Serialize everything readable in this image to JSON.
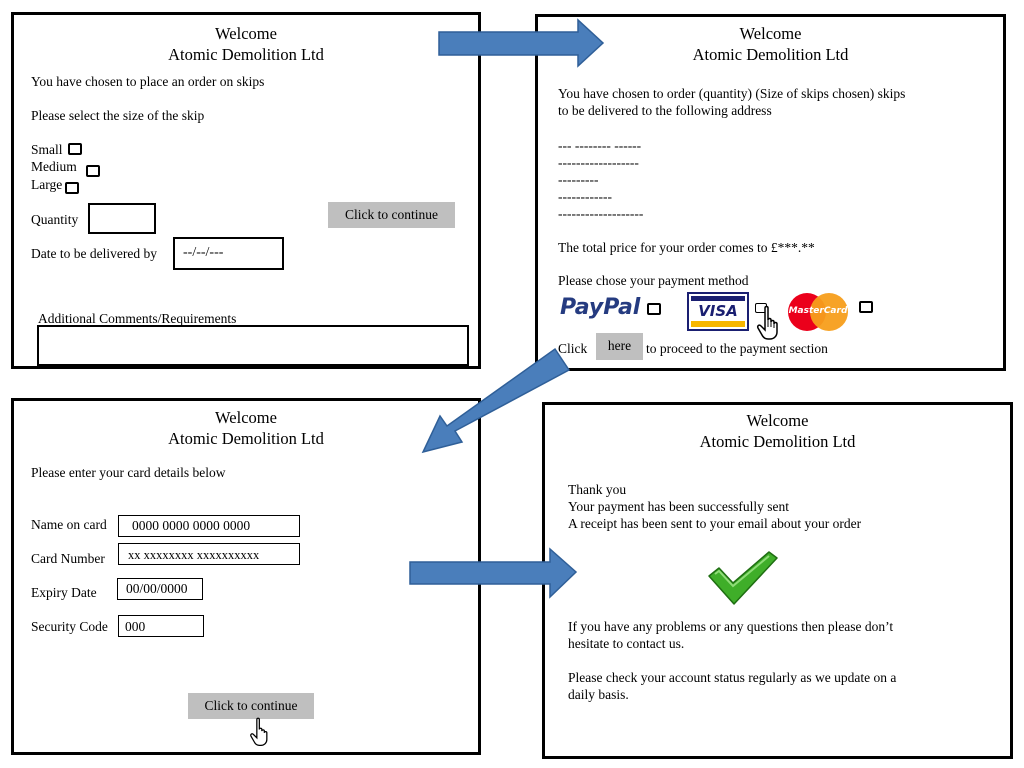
{
  "company": {
    "welcome": "Welcome",
    "name": "Atomic Demolition Ltd"
  },
  "panel1": {
    "intro": "You have chosen to place an order on skips",
    "select_size": "Please select the size of the skip",
    "sizes": [
      "Small",
      "Medium",
      "Large"
    ],
    "quantity_label": "Quantity",
    "continue_button": "Click to continue",
    "date_label": "Date to be delivered by",
    "date_value": "--/--/---",
    "comments_label": "Additional Comments/Requirements"
  },
  "panel2": {
    "order_line1": "You have chosen to order (quantity) (Size of skips chosen) skips",
    "order_line2": "to be delivered to the following address",
    "address_lines": [
      "--- -------- ------",
      "------------------",
      "---------",
      "------------",
      "-------------------"
    ],
    "total": "The total price for your order comes to £***.**",
    "payment_prompt": "Please chose your payment method",
    "paypal_logo": "PayPal",
    "visa_logo": "VISA",
    "mastercard_logo": "MasterCard",
    "click_label": "Click",
    "here_button": "here",
    "proceed_text": "to proceed to the payment section"
  },
  "panel3": {
    "instruction": "Please enter your card details below",
    "name_label": "Name on card",
    "name_value": "0000 0000 0000 0000",
    "card_label": "Card Number",
    "card_value": "xx xxxxxxxx xxxxxxxxxx",
    "expiry_label": "Expiry Date",
    "expiry_value": "00/00/0000",
    "security_label": "Security Code",
    "security_value": "000",
    "continue_button": "Click to continue"
  },
  "panel4": {
    "thanks": "Thank you",
    "sent": "Your payment has been successfully sent",
    "receipt": "A receipt has been sent to your email about your order",
    "problems_line1": "If you have any problems or any questions then please don’t",
    "problems_line2": "hesitate to contact us.",
    "check_line1": "Please check your account status regularly as we update on a",
    "check_line2": "daily basis."
  },
  "colors": {
    "arrow_fill": "#4a7ebb",
    "arrow_stroke": "#2f5f98",
    "button_gray": "#bfbfbf",
    "paypal_dark": "#253b80",
    "paypal_light": "#179bd7",
    "visa_blue": "#1a1f71",
    "visa_gold": "#f7b600",
    "mastercard_red": "#eb001b",
    "mastercard_orange": "#f79e1b",
    "check_green": "#3fae29"
  },
  "icons": [
    "hand-pointer-icon",
    "checkmark-icon",
    "checkbox-icon",
    "flow-arrow-icon"
  ]
}
